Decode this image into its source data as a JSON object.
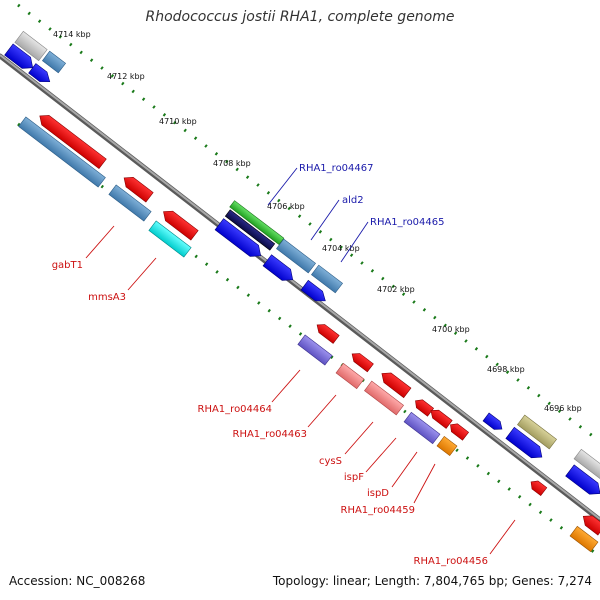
{
  "title": "Rhodococcus jostii RHA1, complete genome",
  "accession_text": "Accession: NC_008268",
  "topology_text": "Topology: linear; Length: 7,804,765 bp; Genes: 7,274",
  "colors": {
    "backbone": "#8c8c8c",
    "tick": "#1a7a1a",
    "label_forward": "#1a1aaa",
    "label_reverse": "#cc1111"
  },
  "scale_labels": [
    "4714 kbp",
    "4712 kbp",
    "4710 kbp",
    "4708 kbp",
    "4706 kbp",
    "4704 kbp",
    "4702 kbp",
    "4700 kbp",
    "4698 kbp",
    "4696 kbp"
  ],
  "gene_labels_forward": [
    "RHA1_ro04467",
    "ald2",
    "RHA1_ro04465"
  ],
  "gene_labels_reverse": [
    "gabT1",
    "mmsA3",
    "RHA1_ro04464",
    "RHA1_ro04463",
    "cysS",
    "ispF",
    "ispD",
    "RHA1_ro04459",
    "RHA1_ro04456"
  ]
}
